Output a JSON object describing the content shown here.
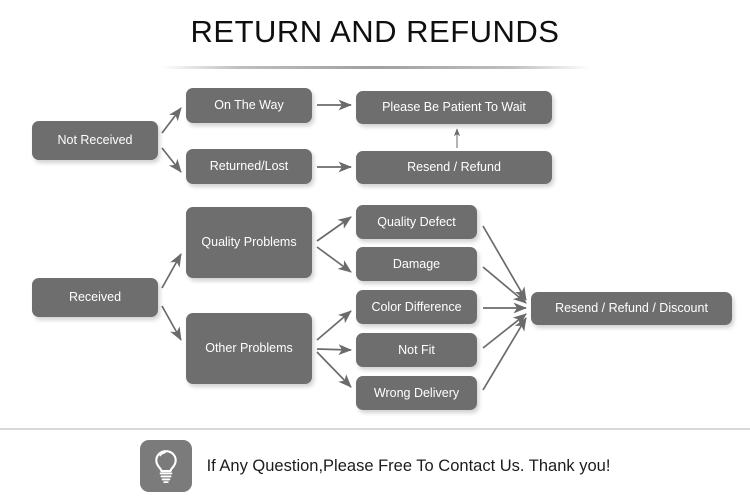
{
  "header": {
    "title": "RETURN AND REFUNDS"
  },
  "diagram": {
    "type": "flowchart",
    "nodes": {
      "not_received": "Not Received",
      "received": "Received",
      "on_the_way": "On The Way",
      "returned_lost": "Returned/Lost",
      "quality_problems": "Quality Problems",
      "other_problems": "Other Problems",
      "please_be_patient": "Please Be Patient To Wait",
      "resend_refund": "Resend / Refund",
      "quality_defect": "Quality Defect",
      "damage": "Damage",
      "color_difference": "Color Difference",
      "not_fit": "Not Fit",
      "wrong_delivery": "Wrong Delivery",
      "final_outcome": "Resend / Refund / Discount"
    },
    "edges": [
      {
        "from": "not_received",
        "to": "on_the_way"
      },
      {
        "from": "not_received",
        "to": "returned_lost"
      },
      {
        "from": "on_the_way",
        "to": "please_be_patient"
      },
      {
        "from": "returned_lost",
        "to": "resend_refund"
      },
      {
        "from": "resend_refund",
        "to": "please_be_patient"
      },
      {
        "from": "received",
        "to": "quality_problems"
      },
      {
        "from": "received",
        "to": "other_problems"
      },
      {
        "from": "quality_problems",
        "to": "quality_defect"
      },
      {
        "from": "quality_problems",
        "to": "damage"
      },
      {
        "from": "other_problems",
        "to": "color_difference"
      },
      {
        "from": "other_problems",
        "to": "not_fit"
      },
      {
        "from": "other_problems",
        "to": "wrong_delivery"
      },
      {
        "from": "quality_defect",
        "to": "final_outcome"
      },
      {
        "from": "damage",
        "to": "final_outcome"
      },
      {
        "from": "color_difference",
        "to": "final_outcome"
      },
      {
        "from": "not_fit",
        "to": "final_outcome"
      },
      {
        "from": "wrong_delivery",
        "to": "final_outcome"
      }
    ],
    "colors": {
      "node_fill": "#6e6e6e",
      "node_text": "#ffffff",
      "arrow": "#6b6b6b",
      "background": "#ffffff"
    }
  },
  "footer": {
    "icon": "lightbulb-icon",
    "message": "If Any Question,Please Free To Contact Us. Thank you!"
  }
}
